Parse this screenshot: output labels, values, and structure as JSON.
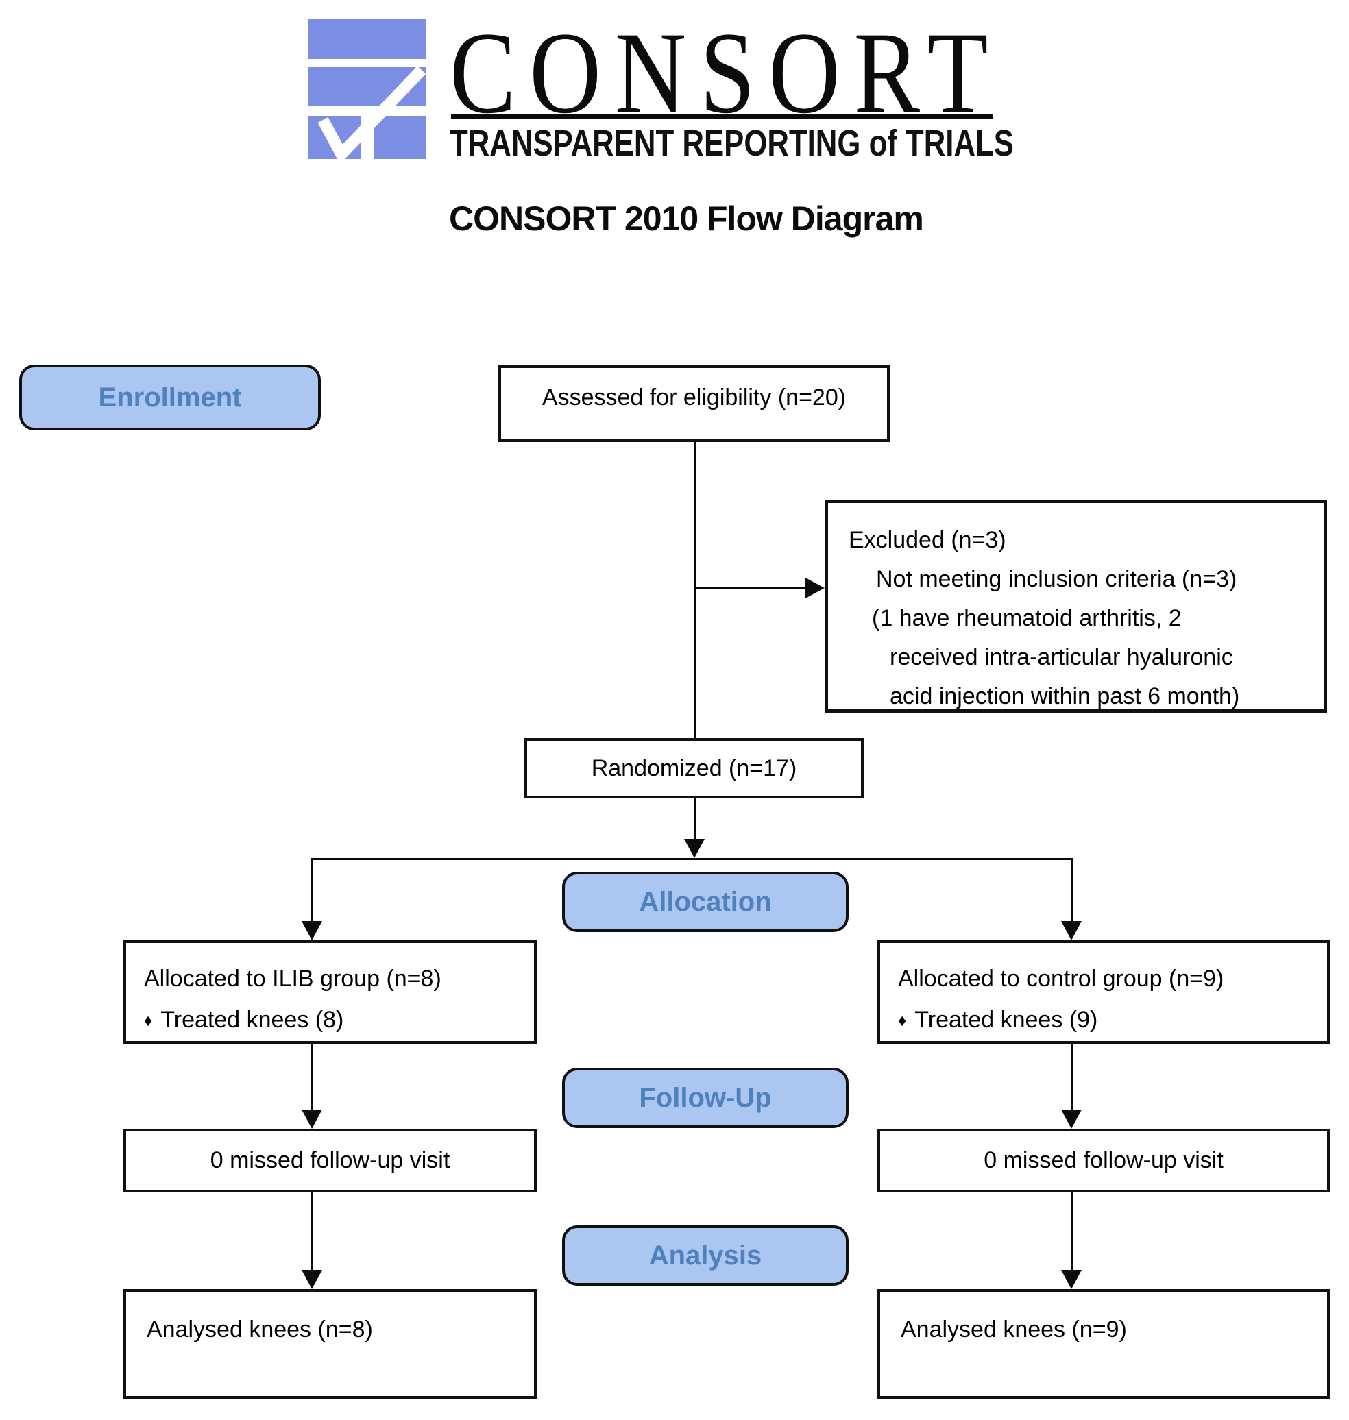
{
  "logo": {
    "wordmark": "CONSORT",
    "tagline": "TRANSPARENT REPORTING of TRIALS",
    "mark_color": "#7c8de4"
  },
  "title": "CONSORT 2010 Flow Diagram",
  "stages": {
    "enrollment": "Enrollment",
    "allocation": "Allocation",
    "follow_up": "Follow-Up",
    "analysis": "Analysis"
  },
  "boxes": {
    "assessed": {
      "text": "Assessed for eligibility (n=20)"
    },
    "excluded": {
      "lines": [
        "Excluded (n=3)",
        "Not meeting inclusion criteria (n=3)",
        "(1 have rheumatoid arthritis, 2",
        "received intra-articular hyaluronic",
        "acid injection within past 6 month)"
      ]
    },
    "randomized": {
      "text": "Randomized (n=17)"
    },
    "allocated_ilib": {
      "line1": "Allocated to ILIB group (n=8)",
      "bullet": "♦",
      "line2": "Treated knees (8)"
    },
    "allocated_control": {
      "line1": "Allocated to control group (n=9)",
      "bullet": "♦",
      "line2": "Treated knees (9)"
    },
    "followup_ilib": {
      "text": "0 missed follow-up visit"
    },
    "followup_control": {
      "text": "0 missed follow-up visit"
    },
    "analysed_ilib": {
      "text": "Analysed knees (n=8)"
    },
    "analysed_control": {
      "text": "Analysed knees (n=9)"
    }
  },
  "colors": {
    "logo_blue": "#7c8de4",
    "stage_fill": "#aac6f1",
    "stage_text": "#4e81bd",
    "line_black": "#0b0b0b"
  }
}
